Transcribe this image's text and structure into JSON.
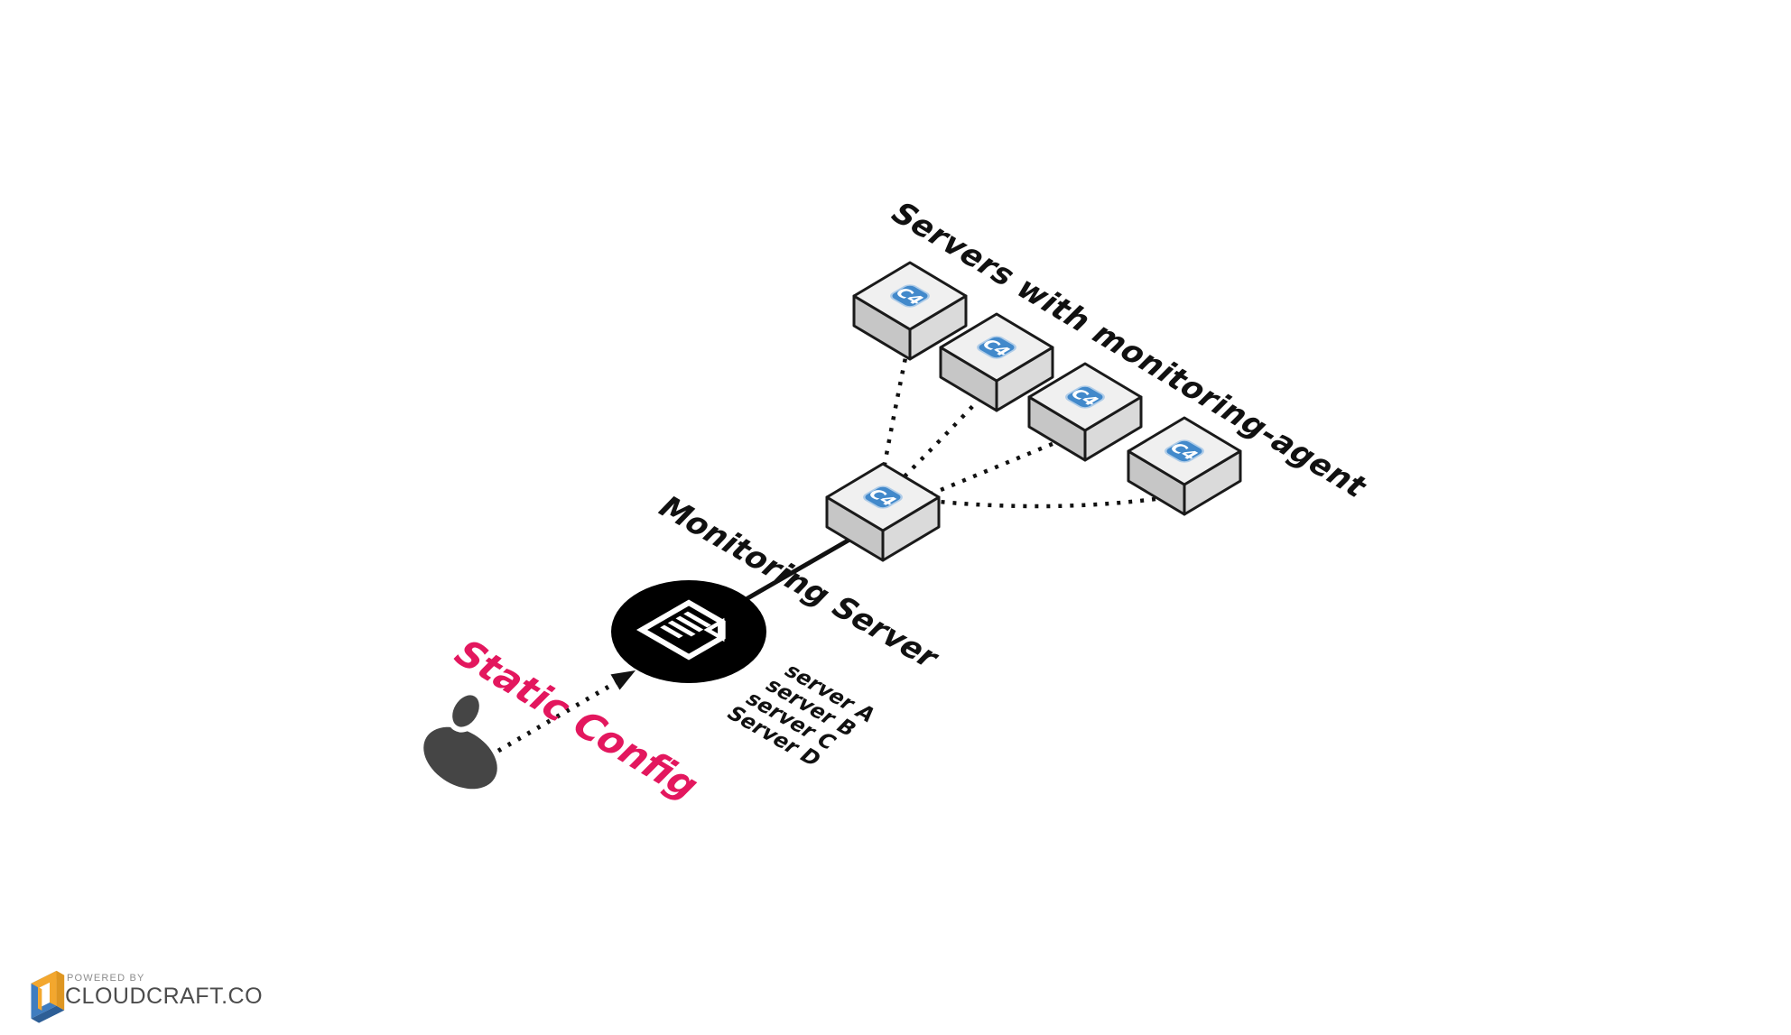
{
  "labels": {
    "servers_group": "Servers with monitoring-agent",
    "monitoring_server": "Monitoring Server",
    "static_config": "Static Config",
    "config_servers": [
      "server A",
      "server B",
      "server C",
      "Server D"
    ]
  },
  "icons": {
    "c4_badge_label": "C4",
    "document_icon": "config-document",
    "user_icon": "user"
  },
  "colors": {
    "badge_blue": "#4289CB",
    "accent_pink": "#E3175E",
    "box_top": "#F0F0F0",
    "box_left": "#C6C6C6",
    "box_right": "#DADADA",
    "outline": "#1A1A1A",
    "person_gray": "#454545",
    "logo_blue": "#3F7DC0",
    "logo_yellow": "#F3A72E",
    "logo_text_gray": "#4C4C4C"
  },
  "diagram": {
    "nodes": [
      {
        "id": "user",
        "type": "user"
      },
      {
        "id": "config-document",
        "type": "document"
      },
      {
        "id": "monitoring-server",
        "type": "c4-instance",
        "label": "Monitoring Server"
      },
      {
        "id": "agent-server-1",
        "type": "c4-instance"
      },
      {
        "id": "agent-server-2",
        "type": "c4-instance"
      },
      {
        "id": "agent-server-3",
        "type": "c4-instance"
      },
      {
        "id": "agent-server-4",
        "type": "c4-instance"
      }
    ],
    "connections": [
      {
        "from": "user",
        "to": "config-document",
        "style": "dotted-arrow",
        "label": "Static Config"
      },
      {
        "from": "config-document",
        "to": "monitoring-server",
        "style": "solid"
      },
      {
        "from": "monitoring-server",
        "to": "agent-server-1",
        "style": "dashed"
      },
      {
        "from": "monitoring-server",
        "to": "agent-server-2",
        "style": "dashed"
      },
      {
        "from": "monitoring-server",
        "to": "agent-server-3",
        "style": "dashed"
      },
      {
        "from": "monitoring-server",
        "to": "agent-server-4",
        "style": "dashed"
      }
    ]
  },
  "footer": {
    "powered_by": "POWERED BY",
    "brand": "CLOUDCRAFT.CO"
  }
}
